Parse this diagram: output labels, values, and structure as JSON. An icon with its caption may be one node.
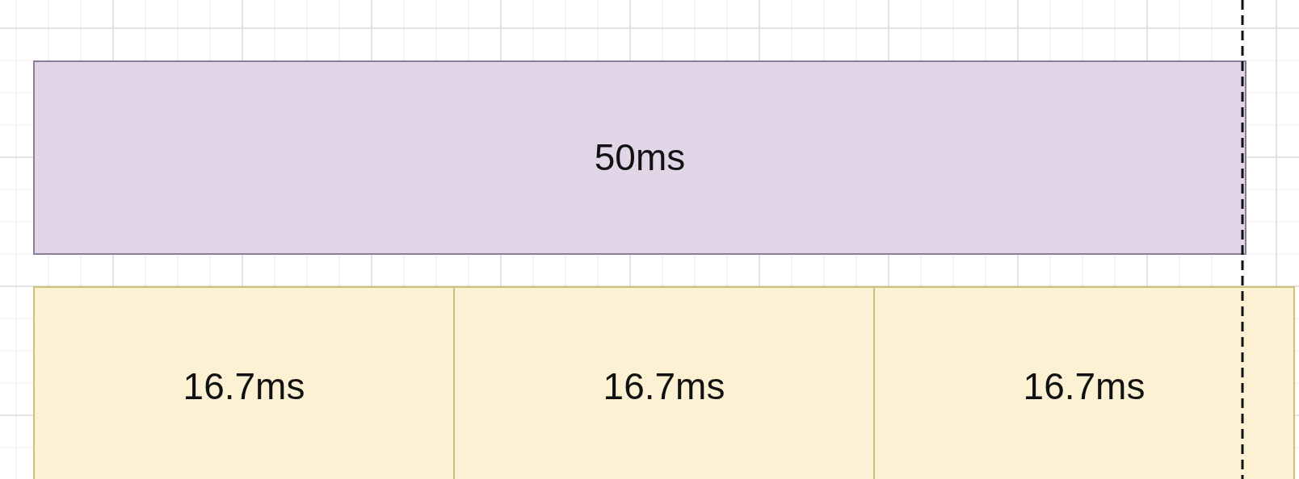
{
  "diagram": {
    "nodes": [
      {
        "text": [
          "50ms"
        ]
      },
      {
        "text": [
          "16.7ms"
        ]
      },
      {
        "text": [
          "16.7ms"
        ]
      },
      {
        "text": [
          "16.7ms"
        ]
      }
    ]
  }
}
